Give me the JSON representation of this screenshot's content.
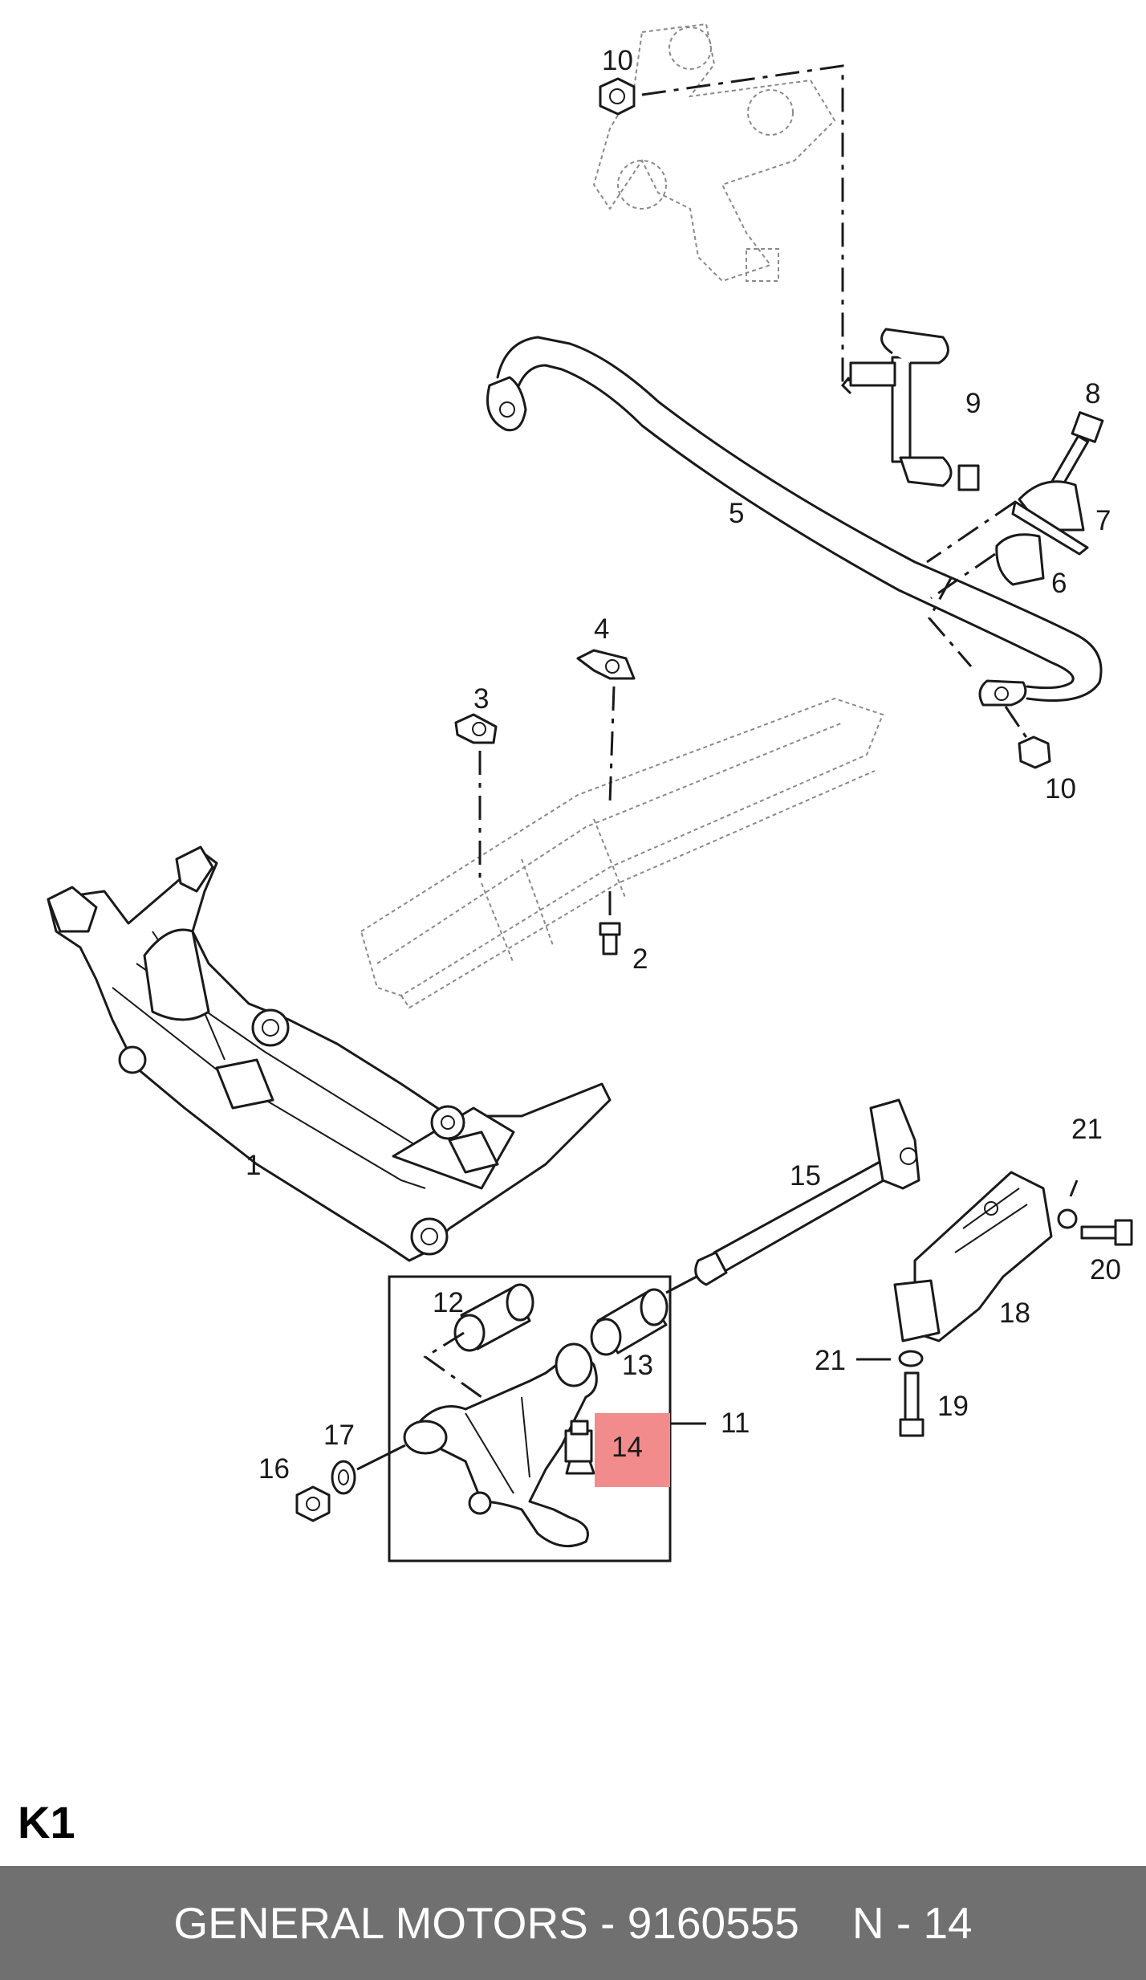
{
  "callouts": [
    {
      "id": "10-top",
      "text": "10"
    },
    {
      "id": "9",
      "text": "9"
    },
    {
      "id": "8",
      "text": "8"
    },
    {
      "id": "7",
      "text": "7"
    },
    {
      "id": "5",
      "text": "5"
    },
    {
      "id": "6",
      "text": "6"
    },
    {
      "id": "4",
      "text": "4"
    },
    {
      "id": "3",
      "text": "3"
    },
    {
      "id": "10-bottom",
      "text": "10"
    },
    {
      "id": "2",
      "text": "2"
    },
    {
      "id": "1",
      "text": "1"
    },
    {
      "id": "21-top",
      "text": "21"
    },
    {
      "id": "15",
      "text": "15"
    },
    {
      "id": "20",
      "text": "20"
    },
    {
      "id": "12",
      "text": "12"
    },
    {
      "id": "18",
      "text": "18"
    },
    {
      "id": "13",
      "text": "13"
    },
    {
      "id": "21-bottom",
      "text": "21"
    },
    {
      "id": "11",
      "text": "11"
    },
    {
      "id": "19",
      "text": "19"
    },
    {
      "id": "17",
      "text": "17"
    },
    {
      "id": "14",
      "text": "14"
    },
    {
      "id": "16",
      "text": "16"
    }
  ],
  "highlighted_part": "14",
  "highlight_color": "#f28b8b",
  "kit_label": "K1",
  "footer": {
    "brand_part": "GENERAL MOTORS - 9160555",
    "position": "N - 14",
    "background_color": "#707070"
  }
}
